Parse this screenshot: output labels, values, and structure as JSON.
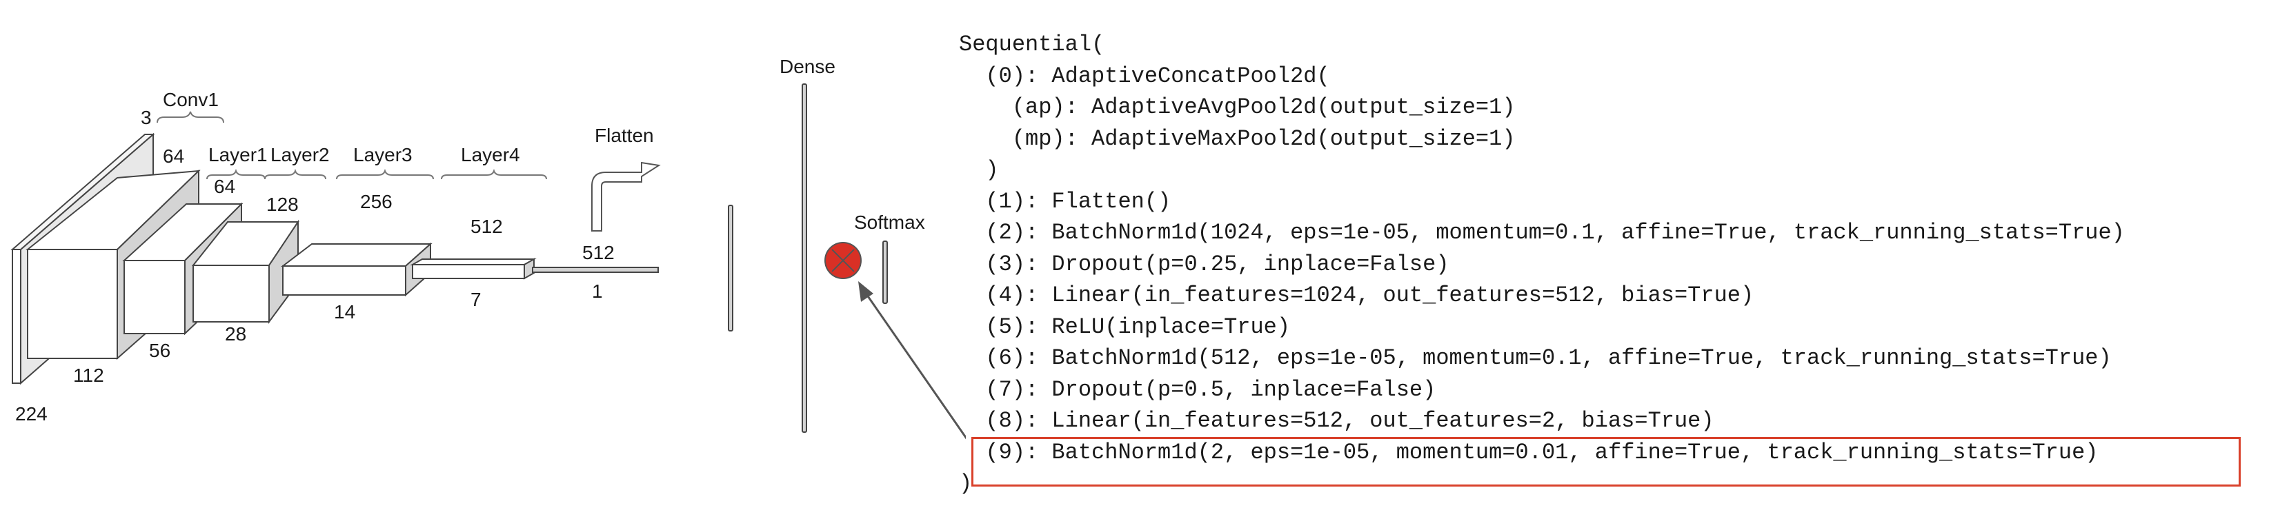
{
  "diagram": {
    "input_labels": {
      "channels": "3",
      "height": "224",
      "width": "224"
    },
    "conv1": {
      "name": "Conv1",
      "channels": "64",
      "size": "112"
    },
    "layer1": {
      "name": "Layer1",
      "channels": "64",
      "size": "56"
    },
    "layer2": {
      "name": "Layer2",
      "channels": "128",
      "size": "28"
    },
    "layer3": {
      "name": "Layer3",
      "channels": "256",
      "size": "14"
    },
    "layer4": {
      "name": "Layer4",
      "channels": "512",
      "size": "7"
    },
    "flatten": {
      "name": "Flatten",
      "features": "512",
      "size": "1"
    },
    "dense_label": "Dense",
    "softmax_label": "Softmax",
    "colors": {
      "face": "#ffffff",
      "side": "#d4d4d4",
      "stroke": "#444444",
      "softmax_node": "#d93025",
      "highlight": "#d9412b"
    }
  },
  "code_lines": [
    "Sequential(",
    "  (0): AdaptiveConcatPool2d(",
    "    (ap): AdaptiveAvgPool2d(output_size=1)",
    "    (mp): AdaptiveMaxPool2d(output_size=1)",
    "  )",
    "  (1): Flatten()",
    "  (2): BatchNorm1d(1024, eps=1e-05, momentum=0.1, affine=True, track_running_stats=True)",
    "  (3): Dropout(p=0.25, inplace=False)",
    "  (4): Linear(in_features=1024, out_features=512, bias=True)",
    "  (5): ReLU(inplace=True)",
    "  (6): BatchNorm1d(512, eps=1e-05, momentum=0.1, affine=True, track_running_stats=True)",
    "  (7): Dropout(p=0.5, inplace=False)",
    "  (8): Linear(in_features=512, out_features=2, bias=True)",
    "  (9): BatchNorm1d(2, eps=1e-05, momentum=0.01, affine=True, track_running_stats=True)",
    ")"
  ]
}
